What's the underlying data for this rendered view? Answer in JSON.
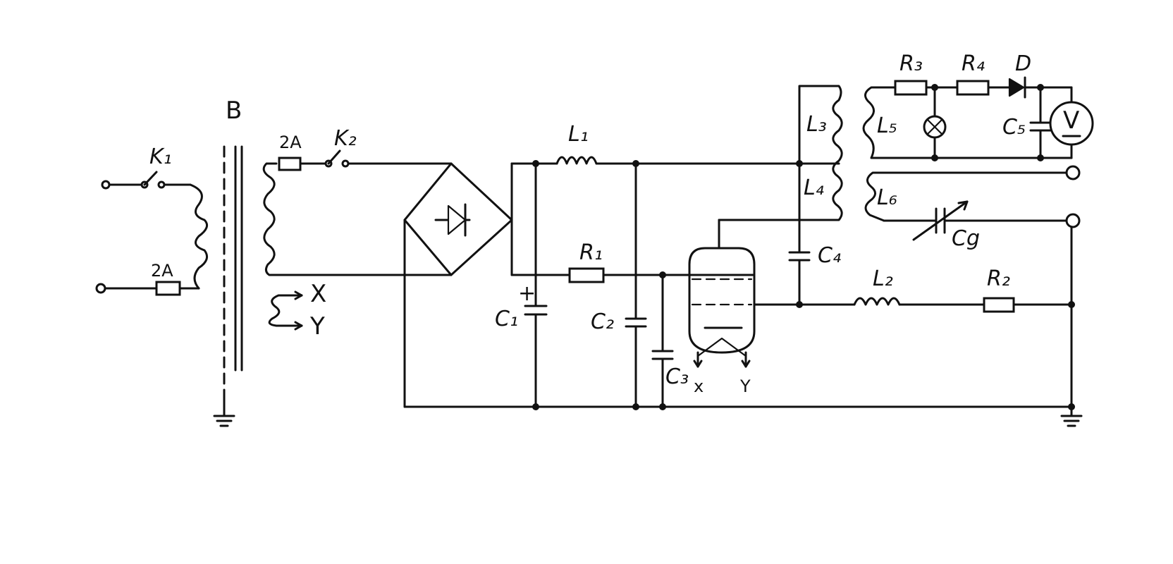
{
  "labels": {
    "transformer": "B",
    "switch1": "K₁",
    "switch2": "K₂",
    "fuse1": "2A",
    "fuse2": "2A",
    "out_x": "X",
    "out_y": "Y",
    "L1": "L₁",
    "L2": "L₂",
    "L3": "L₃",
    "L4": "L₄",
    "L5": "L₅",
    "L6": "L₆",
    "R1": "R₁",
    "R2": "R₂",
    "R3": "R₃",
    "R4": "R₄",
    "C1": "C₁",
    "C1_plus": "+",
    "C2": "C₂",
    "C3": "C₃",
    "C4": "C₄",
    "C5": "C₅",
    "Cg": "Cg",
    "diode": "D",
    "tube_x": "x",
    "tube_y": "Y",
    "voltmeter": "V"
  }
}
